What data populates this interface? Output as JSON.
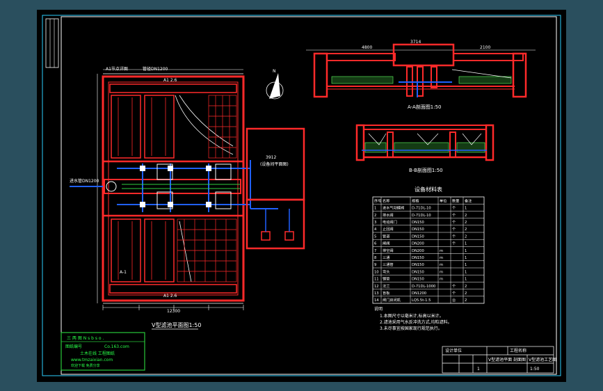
{
  "drawing": {
    "plan_title": "V型滤池平面图1:50",
    "section_a_title": "A-A剖面图1:50",
    "section_b_title": "B-B剖面图1:50",
    "room_label": "3912",
    "room_sub": "(设备间平面图)",
    "plan_note_top_left": "A1节点详图",
    "plan_note_top_mid": "管径DN1200",
    "plan_note_mid": "A1 2.6",
    "plan_note_bottom": "A1 2.6",
    "plan_pipe_label": "进水管DN1200",
    "plan_section_mark": "A-1",
    "dim_top_a": "4800",
    "dim_top_b": "3714",
    "dim_top_c": "2100",
    "dim_bottom": "12300",
    "north_mark": "N"
  },
  "table": {
    "title": "设备材料表",
    "headers": [
      "序号",
      "名称",
      "规格",
      "单位",
      "数量",
      "备注"
    ],
    "rows": [
      [
        "1",
        "进水气动蝶阀",
        "D-71DL-10",
        "",
        "个",
        "1"
      ],
      [
        "2",
        "排水阀",
        "D-71DL-10",
        "",
        "个",
        "2"
      ],
      [
        "3",
        "电动阀门",
        "DN150",
        "",
        "个",
        "2"
      ],
      [
        "4",
        "止回阀",
        "DN150",
        "",
        "个",
        "2"
      ],
      [
        "5",
        "管道",
        "DN150",
        "",
        "个",
        "2"
      ],
      [
        "6",
        "闸阀",
        "DN200",
        "",
        "个",
        "1"
      ],
      [
        "7",
        "排空阀",
        "DN200",
        "m",
        "",
        "1"
      ],
      [
        "8",
        "三通",
        "DN150",
        "m",
        "",
        "1"
      ],
      [
        "9",
        "三通管",
        "DN150",
        "m",
        "",
        "1"
      ],
      [
        "10",
        "弯头",
        "DN150",
        "m",
        "",
        "1"
      ],
      [
        "11",
        "钢管",
        "DN150",
        "m",
        "",
        "1"
      ],
      [
        "12",
        "法兰",
        "D-71DL-1000",
        "",
        "个",
        "2"
      ],
      [
        "13",
        "盲板",
        "DN1200",
        "",
        "个",
        "2"
      ],
      [
        "14",
        "闸门启闭机",
        "LQ5.5t-1.5",
        "",
        "台",
        "2"
      ]
    ]
  },
  "notes": {
    "heading": "说明",
    "lines": [
      "1.本图尺寸以毫米计,标高以米计。",
      "2.滤池采用气水反冲洗方式,均粒滤料。",
      "3.未尽事宜按国家现行规范执行。"
    ]
  },
  "stamp": {
    "line1": "三 两 图 N s b s o .",
    "line2_left": "图纸编号",
    "line2_right": "Co.163.com",
    "line3": "土木在线 工程图纸",
    "line4": "www.tmzaixian.com",
    "line5": "欢迎下载 免费分享"
  },
  "title_block": {
    "design_unit": "设计单位",
    "project": "工程名称",
    "drawing_name": "V型滤池平面 剖面图",
    "drawing_name_2": "V型滤池工艺图",
    "scale": "1:50",
    "sheet_no": "1"
  },
  "colors": {
    "paper": "#000000",
    "frame": "#ffffff",
    "border_cyan": "#2bd0ff",
    "structure": "#ff2a2a",
    "pipe": "#2060ff",
    "annotation": "#ffffff",
    "stamp_green": "#28c83a"
  }
}
